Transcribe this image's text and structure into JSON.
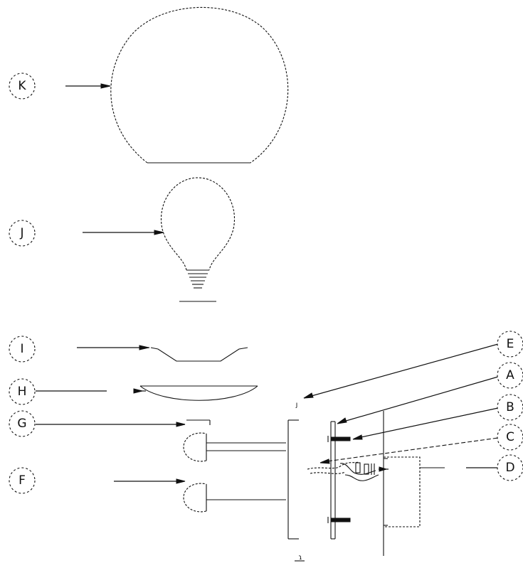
{
  "callouts": {
    "K": "K",
    "J": "J",
    "I": "I",
    "H": "H",
    "G": "G",
    "F": "F",
    "E": "E",
    "A": "A",
    "B": "B",
    "C": "C",
    "D": "D"
  },
  "marks": {
    "bracket_bottom": "ɿ",
    "screw_top": "ȷ"
  }
}
